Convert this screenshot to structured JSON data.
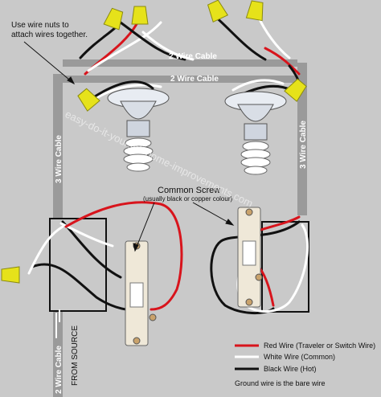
{
  "annotations": {
    "wire_nuts_note": [
      "Use wire nuts to",
      "attach wires together."
    ],
    "common_screw_title": "Common Screw",
    "common_screw_sub": "(usually black or copper colour)"
  },
  "cables": {
    "top_2wire_a": "2 Wire Cable",
    "top_2wire_b": "2 Wire Cable",
    "left_3wire": "3 Wire Cable",
    "right_3wire": "3 Wire Cable",
    "source_2wire": "2 Wire Cable",
    "from_source": "FROM SOURCE"
  },
  "legend": {
    "red": "Red Wire (Traveler or Switch Wire)",
    "white": "White Wire (Common)",
    "black": "Black Wire (Hot)",
    "ground": "Ground wire is the bare wire"
  },
  "watermark": "easy-do-it-yourself-home-improvements.com",
  "colors": {
    "background": "#c9c9c9",
    "red_wire": "#d8141c",
    "white_wire": "#ffffff",
    "black_wire": "#111111",
    "wire_nut": "#e6e21a",
    "cable_sheath": "#9a9a9a"
  }
}
